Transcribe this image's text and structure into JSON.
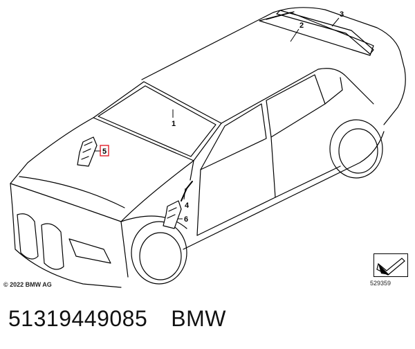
{
  "diagram": {
    "callouts": [
      {
        "id": "1",
        "label": "1"
      },
      {
        "id": "2",
        "label": "2"
      },
      {
        "id": "3",
        "label": "3"
      },
      {
        "id": "4",
        "label": "4"
      },
      {
        "id": "5",
        "label": "5",
        "highlighted": true
      },
      {
        "id": "6",
        "label": "6"
      }
    ],
    "highlight_color": "#e0202a",
    "line_color": "#000000"
  },
  "copyright": "© 2022 BMW AG",
  "diagram_code": "529359",
  "navigation_icon": "arrow-icon",
  "part": {
    "number": "51319449085",
    "brand": "BMW"
  }
}
